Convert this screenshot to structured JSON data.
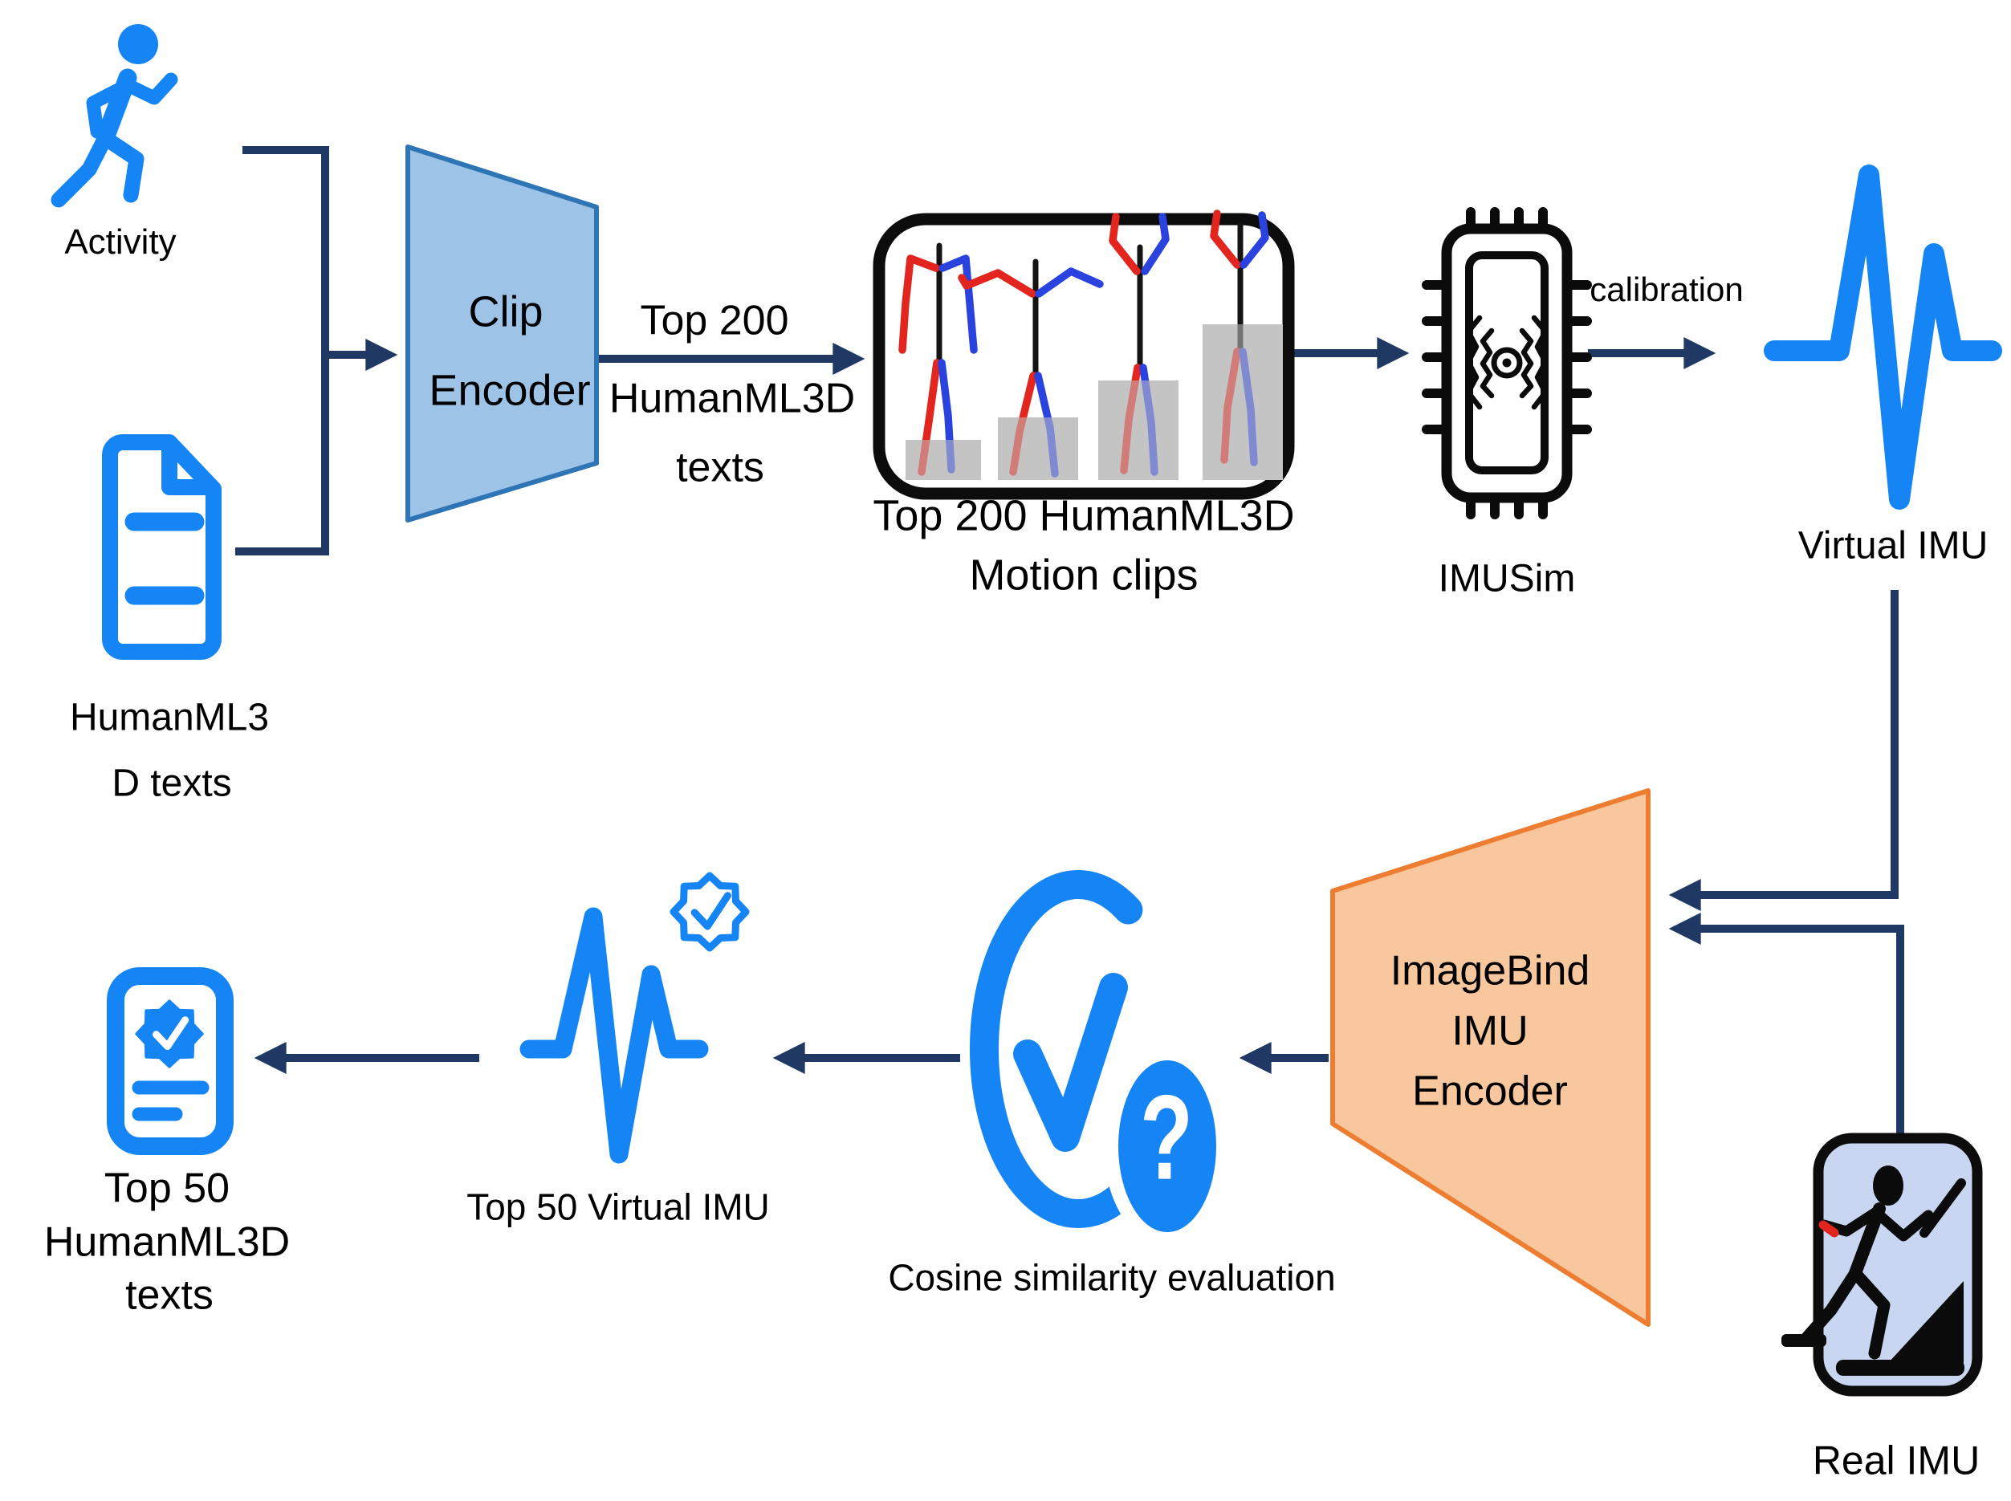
{
  "diagram": {
    "nodes": {
      "activity": {
        "label": "Activity"
      },
      "humanml3d_texts": {
        "line1": "HumanML3",
        "line2": "D texts"
      },
      "clip_encoder": {
        "line1": "Clip",
        "line2": "Encoder"
      },
      "motion_clips": {
        "line1": "Top 200 HumanML3D",
        "line2": "Motion clips"
      },
      "imusim": {
        "label": "IMUSim"
      },
      "virtual_imu": {
        "label": "Virtual IMU"
      },
      "imagebind": {
        "line1": "ImageBind",
        "line2": "IMU",
        "line3": "Encoder"
      },
      "real_imu": {
        "label": "Real IMU"
      },
      "cosine": {
        "label": "Cosine similarity evaluation",
        "question_mark": "?"
      },
      "top50_virtual_imu": {
        "label": "Top 50 Virtual IMU"
      },
      "top50_texts": {
        "line1": "Top 50",
        "line2": "HumanML3D",
        "line3": "texts"
      }
    },
    "edges": {
      "clip_to_clips": {
        "line1": "Top 200",
        "line2": "HumanML3D",
        "line3": "texts"
      },
      "imusim_to_virtual": {
        "label": "calibration"
      }
    },
    "colors": {
      "accent_blue": "#1585F5",
      "navy": "#1F3864",
      "clip_fill": "#9DC3E6",
      "clip_border": "#2E75B6",
      "imagebind_fill": "#F8C79D",
      "imagebind_border": "#ED7D31",
      "realimu_fill": "#C9D6F2",
      "block_gray": "#C4C4C4",
      "skeleton_red": "#E2251E",
      "skeleton_blue": "#2B43DE",
      "icon_black": "#0B0B0B"
    }
  }
}
